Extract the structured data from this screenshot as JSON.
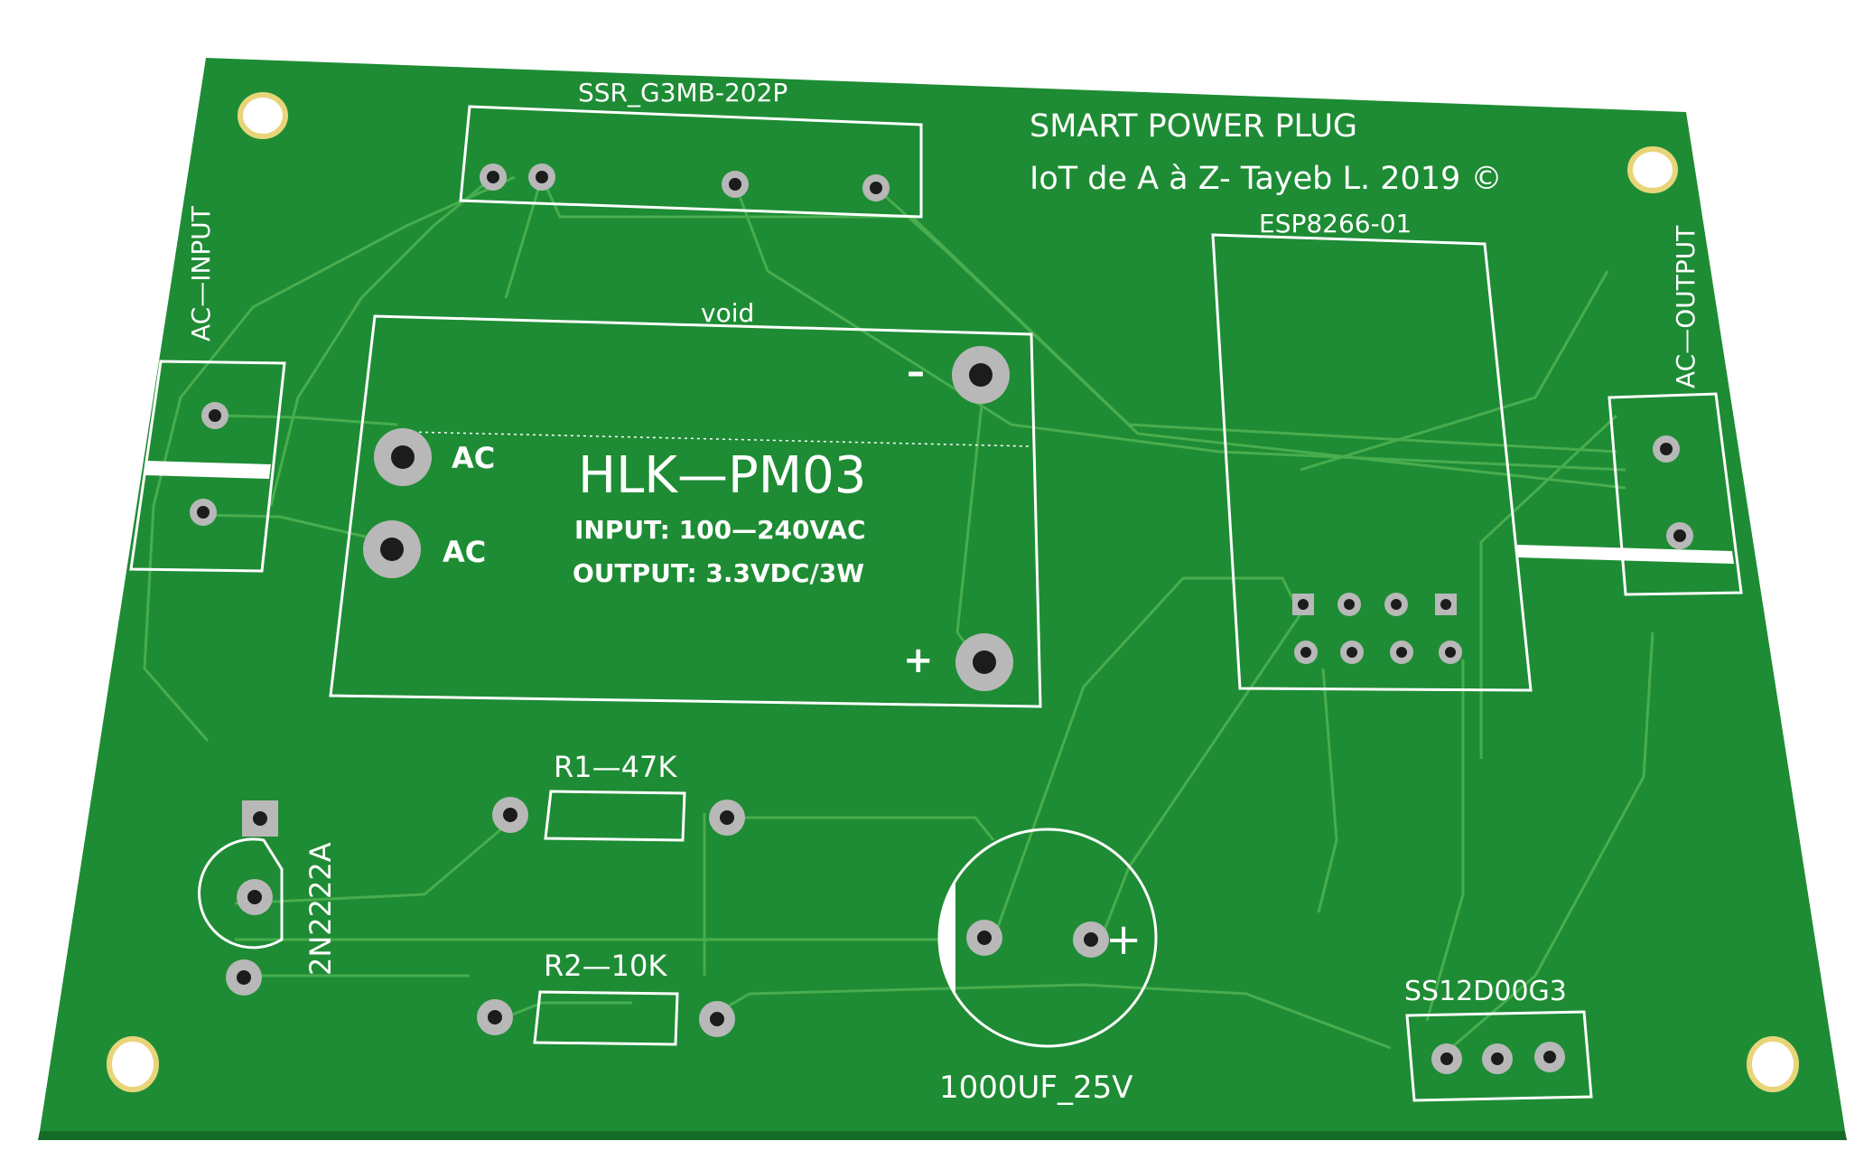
{
  "board": {
    "title_line1": "SMART POWER PLUG",
    "title_line2": "IoT de A à Z- Tayeb L. 2019 ©",
    "colors": {
      "substrate": "#1e8c34",
      "copper_trace": "#48ad4e",
      "silkscreen": "#ffffff",
      "pad_ring": "#b8b8b8",
      "hole": "#1c1c1c",
      "gold_rim": "#e8d57a"
    }
  },
  "components": {
    "ssr": {
      "label": "SSR_G3MB-202P"
    },
    "ac_input": {
      "label": "AC—INPUT"
    },
    "ac_output": {
      "label": "AC—OUTPUT"
    },
    "esp": {
      "label": "ESP8266-01"
    },
    "hlk": {
      "void_label": "void",
      "part": "HLK—PM03",
      "input_spec": "INPUT: 100—240VAC",
      "output_spec": "OUTPUT: 3.3VDC/3W",
      "ac1": "AC",
      "ac2": "AC",
      "minus": "–",
      "plus": "+"
    },
    "r1": {
      "label": "R1—47K"
    },
    "r2": {
      "label": "R2—10K"
    },
    "transistor": {
      "label": "2N2222A"
    },
    "capacitor": {
      "label": "1000UF_25V",
      "plus": "+"
    },
    "relay_ss": {
      "label": "SS12D00G3"
    }
  }
}
